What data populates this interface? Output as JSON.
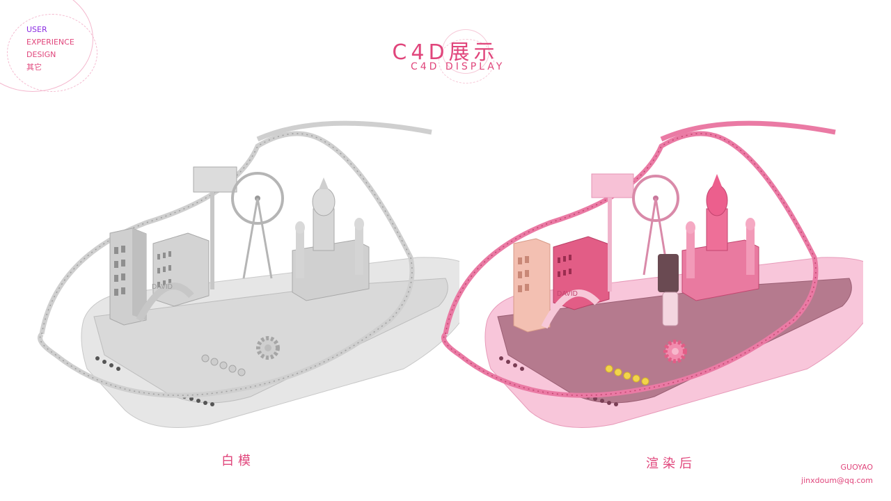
{
  "badge": {
    "line1": "USER",
    "line2": "EXPERIENCE",
    "line3": "DESIGN",
    "line4": "其它"
  },
  "header": {
    "title": "C4D展示",
    "subtitle": "C4D DISPLAY"
  },
  "panels": {
    "left_caption": "白模",
    "right_caption": "渲染后",
    "arch_text": "DAVID"
  },
  "footer": {
    "author": "GUOYAO",
    "email": "jinxdoum@qq.com"
  },
  "colors": {
    "accent": "#e0457b",
    "purple": "#8a2be2",
    "clay": "#d6d6d6",
    "pink": "#f4a6c5"
  }
}
